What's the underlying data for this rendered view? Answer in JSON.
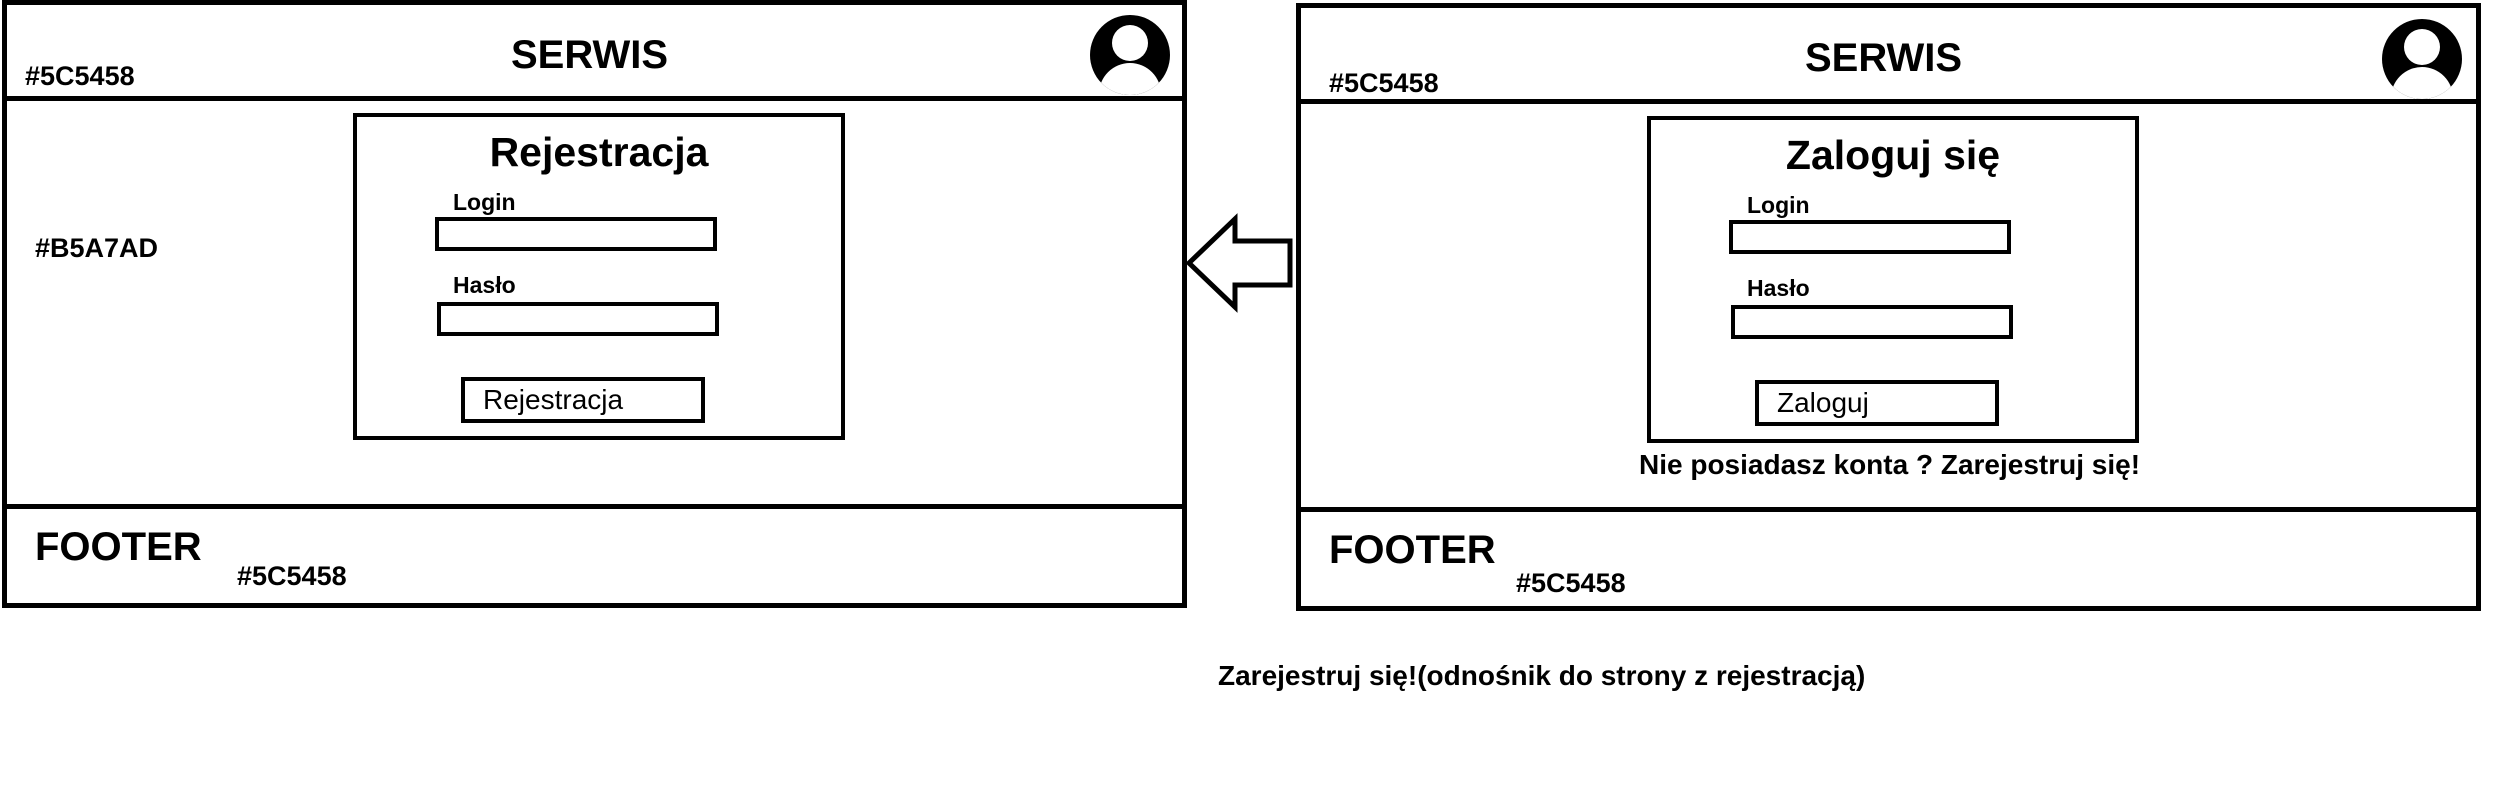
{
  "left_screen": {
    "header": {
      "title": "SERWIS",
      "color_label": "#5C5458",
      "avatar_icon": "user-avatar-icon"
    },
    "body": {
      "color_label": "#B5A7AD"
    },
    "form": {
      "title": "Rejestracja",
      "login_label": "Login",
      "login_value": "",
      "password_label": "Hasło",
      "password_value": "",
      "submit_label": "Rejestracja"
    },
    "footer": {
      "text": "FOOTER",
      "color_label": "#5C5458"
    }
  },
  "arrow": {
    "icon": "arrow-left-icon"
  },
  "right_screen": {
    "header": {
      "title": "SERWIS",
      "color_label": "#5C5458",
      "avatar_icon": "user-avatar-icon"
    },
    "form": {
      "title": "Zaloguj się",
      "login_label": "Login",
      "login_value": "",
      "password_label": "Hasło",
      "password_value": "",
      "submit_label": "Zaloguj"
    },
    "register_prompt": "Nie posiadasz konta ? Zarejestruj się!",
    "footer": {
      "text": "FOOTER",
      "color_label": "#5C5458"
    }
  },
  "annotation": "Zarejestruj się!(odnośnik do strony z rejestracją)",
  "colors": {
    "header_footer": "#5C5458",
    "body": "#B5A7AD"
  }
}
